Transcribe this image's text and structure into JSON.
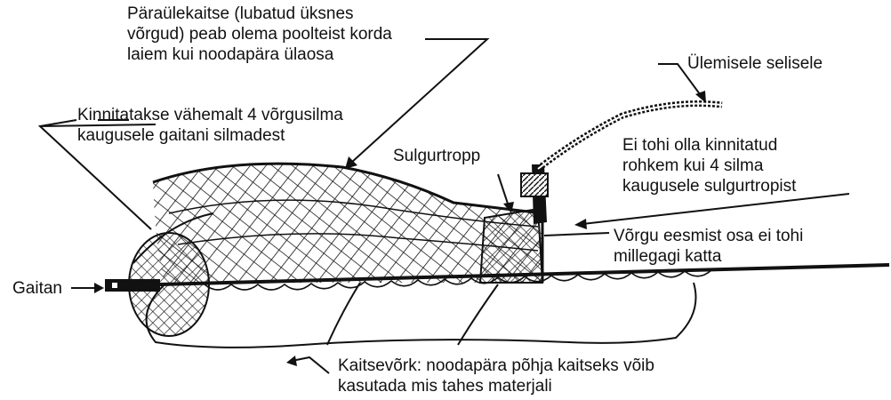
{
  "labels": {
    "top_guard": [
      "Päraülekaitse (lubatud üksnes",
      "võrgud) peab olema poolteist korda",
      "laiem kui noodapära ülaosa"
    ],
    "attach_meshes": [
      "Kinnitatakse vähemalt 4 võrgusilma",
      "kaugusele gaitani silmadest"
    ],
    "upper_back": "Ülemisele selisele",
    "closing_rope": "Sulgurtropp",
    "max_meshes": [
      "Ei tohi olla kinnitatud",
      "rohkem kui 4 silma",
      "kaugusele sulgurtropist"
    ],
    "front_not_covered": [
      "Võrgu eesmist osa ei tohi",
      "millegagi katta"
    ],
    "gaitan": "Gaitan",
    "protective_net": [
      "Kaitsevõrk: noodapära põhja kaitseks võib",
      "kasutada mis tahes materjali"
    ]
  },
  "colors": {
    "ink": "#111111",
    "background": "#ffffff"
  }
}
